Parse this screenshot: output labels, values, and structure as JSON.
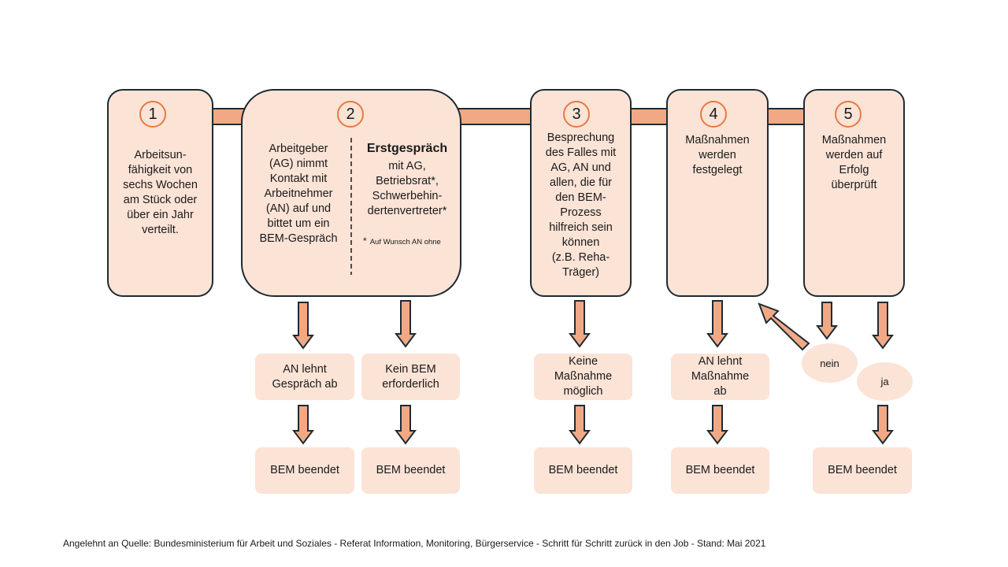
{
  "diagram": {
    "steps": [
      {
        "number": "1",
        "text": "Arbeitsun-\nfähigkeit  von\nsechs Wochen\nam Stück oder\nüber ein Jahr\nverteilt."
      },
      {
        "number": "2",
        "text_left": "Arbeitgeber\n(AG) nimmt\nKontakt mit\nArbeitnehmer\n(AN) auf und\nbittet um ein\nBEM-Gespräch",
        "heading": "Erstgespräch",
        "text_right": "mit AG,\nBetriebsrat*,\nSchwerbehin-\ndertenvertreter*",
        "footnote_mark": "*",
        "footnote": "Auf Wunsch AN ohne"
      },
      {
        "number": "3",
        "text": "Besprechung\ndes Falles mit\nAG, AN und\nallen, die für\nden BEM-\nProzess\nhilfreich sein\nkönnen\n(z.B. Reha-\nTräger)"
      },
      {
        "number": "4",
        "text": "Maßnahmen\nwerden\nfestgelegt"
      },
      {
        "number": "5",
        "text": "Maßnahmen\nwerden auf\nErfolg\nüberprüft"
      }
    ],
    "outcomes": {
      "an_lehnt_gespraech": "AN lehnt\nGespräch ab",
      "kein_bem": "Kein BEM\nerforderlich",
      "keine_massnahme": "Keine\nMaßnahme\nmöglich",
      "an_lehnt_massnahme": "AN lehnt\nMaßnahme\nab",
      "nein": "nein",
      "ja": "ja"
    },
    "end_label": "BEM beendet",
    "colors": {
      "fill": "#fbe3d6",
      "arrow_fill": "#f1a985",
      "arrow_stroke": "#1f2a33",
      "number_ring": "#e8793f"
    }
  },
  "footer": "Angelehnt an Quelle: Bundesministerium für Arbeit und Soziales - Referat Information, Monitoring, Bürgerservice - Schritt für Schritt zurück in den Job - Stand: Mai 2021"
}
